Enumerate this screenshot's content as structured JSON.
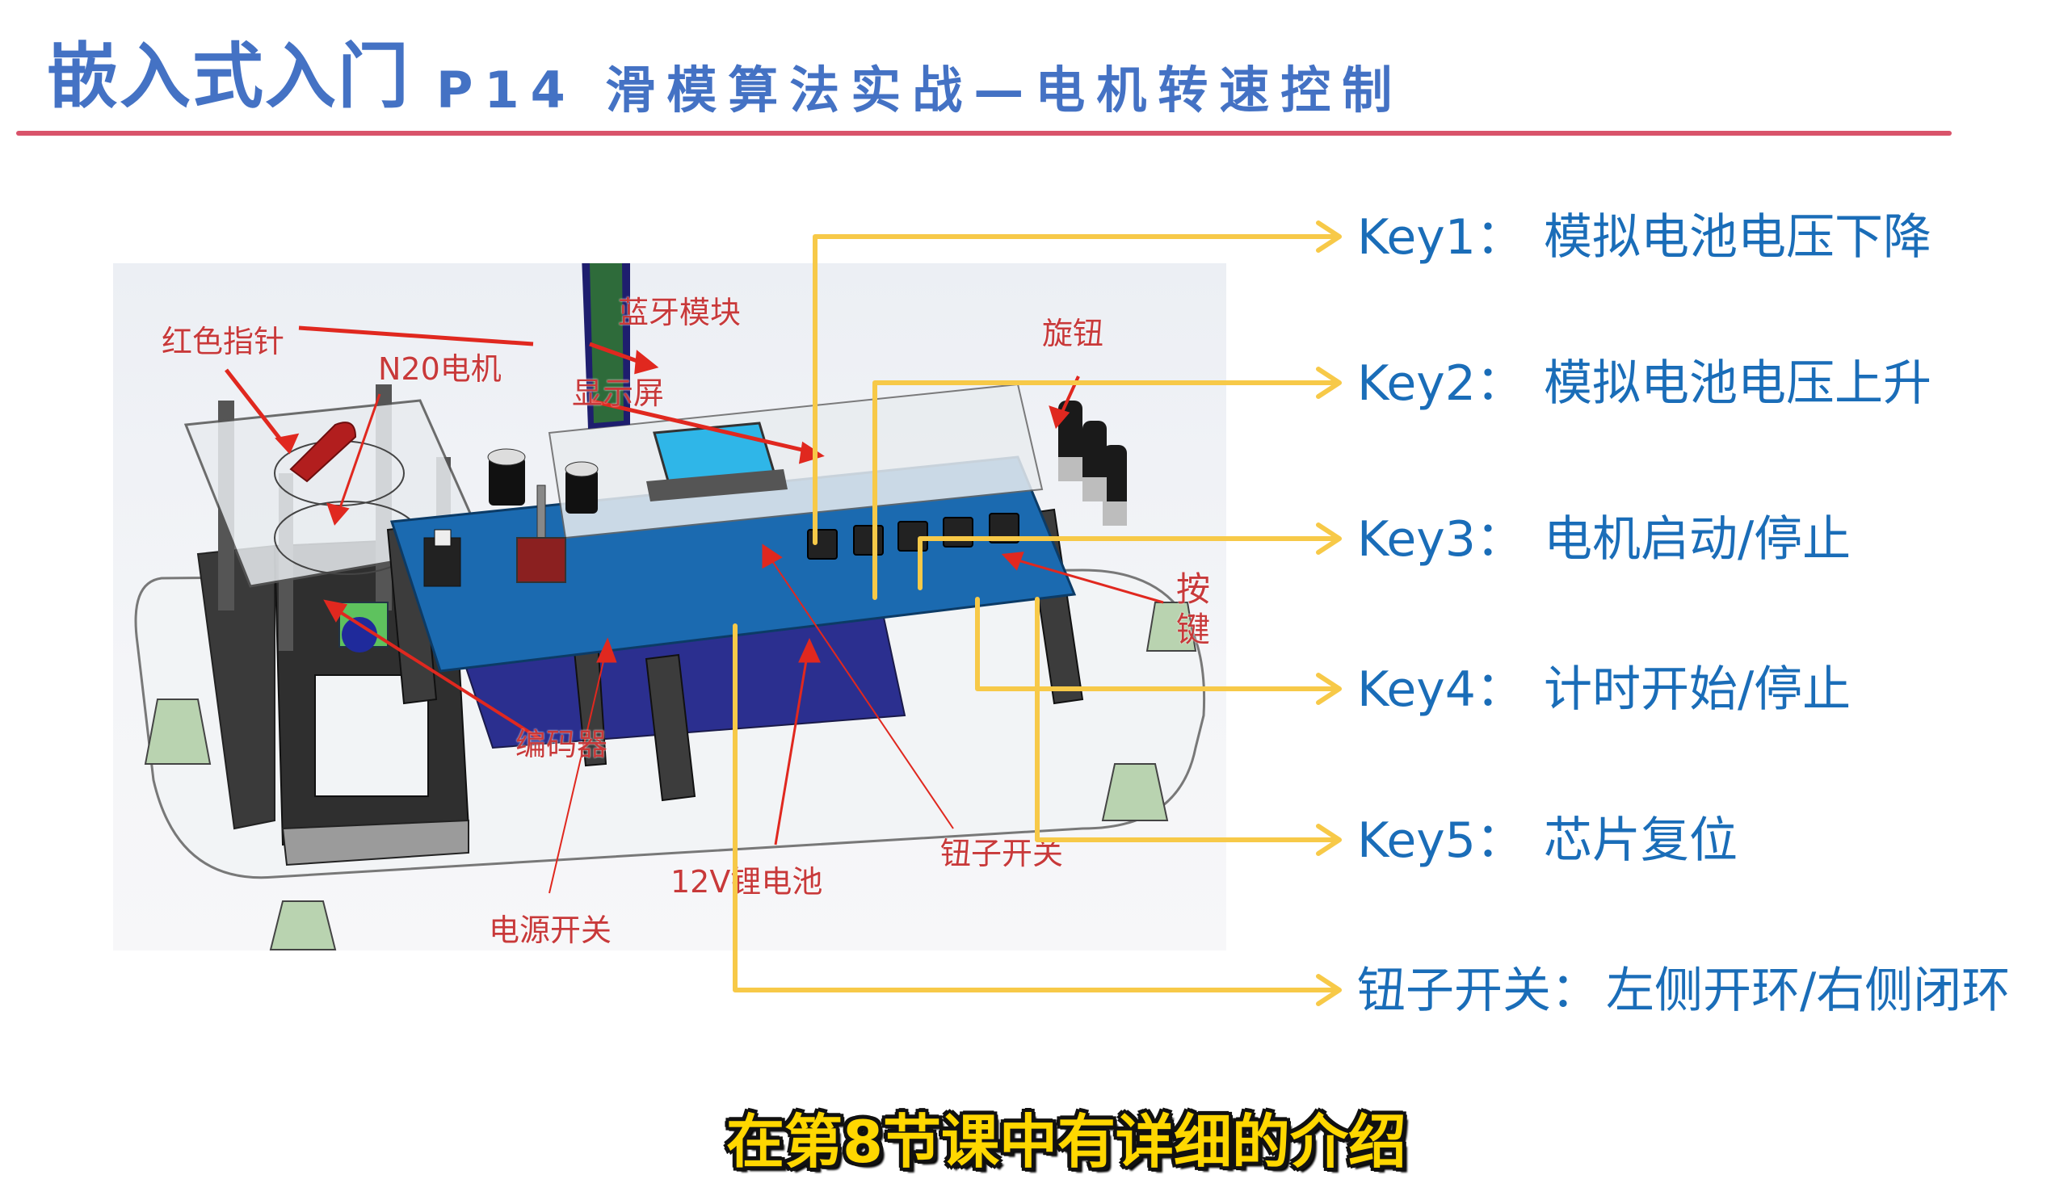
{
  "header": {
    "course": "嵌入式入门",
    "lesson": "P14 滑模算法实战—电机转速控制",
    "title_color": "#4472C4",
    "rule_color": "#D9536A"
  },
  "diagram": {
    "component_labels": {
      "red_pointer": "红色指针",
      "n20_motor": "N20电机",
      "bluetooth_module": "蓝牙模块",
      "display": "显示屏",
      "knob": "旋钮",
      "buttons_1": "按",
      "buttons_2": "键",
      "encoder": "编码器",
      "toggle_switch": "钮子开关",
      "battery": "12V锂电池",
      "power_switch": "电源开关"
    },
    "label_color": "#C8393A",
    "connector_color": "#F7C948"
  },
  "keys": [
    {
      "key": "Key1：",
      "desc": "模拟电池电压下降"
    },
    {
      "key": "Key2：",
      "desc": "模拟电池电压上升"
    },
    {
      "key": "Key3：",
      "desc": "电机启动/停止"
    },
    {
      "key": "Key4：",
      "desc": "计时开始/停止"
    },
    {
      "key": "Key5：",
      "desc": "芯片复位"
    },
    {
      "key": "钮子开关：",
      "desc": "左侧开环/右侧闭环"
    }
  ],
  "key_color": "#1A6DB8",
  "subtitle": {
    "text": "在第8节课中有详细的介绍",
    "color": "#FFD700"
  }
}
